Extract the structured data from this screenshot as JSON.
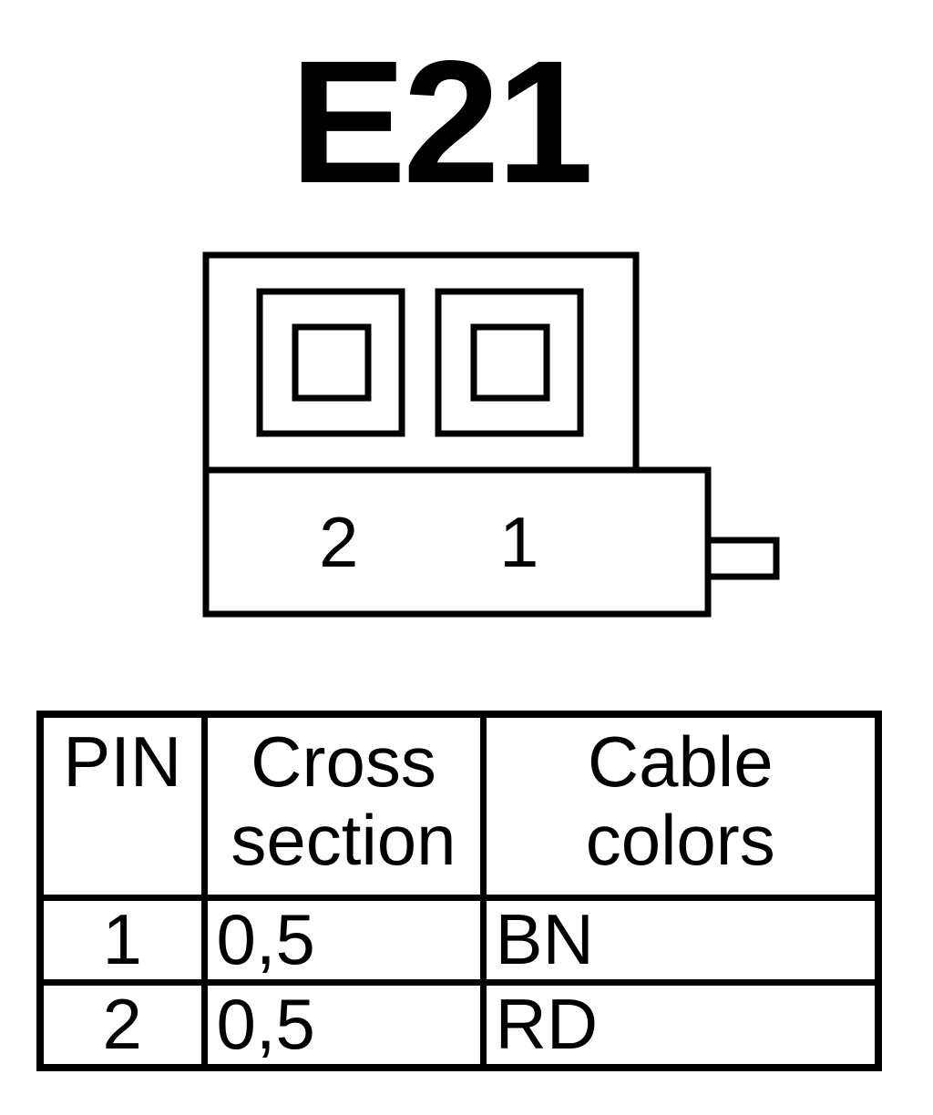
{
  "title": "E21",
  "connector": {
    "pin_labels": [
      "2",
      "1"
    ]
  },
  "table": {
    "headers": {
      "pin": "PIN",
      "cross_section_line1": "Cross",
      "cross_section_line2": "section",
      "cable_colors_line1": "Cable",
      "cable_colors_line2": "colors"
    },
    "rows": [
      {
        "pin": "1",
        "cross_section": "0,5",
        "color": "BN"
      },
      {
        "pin": "2",
        "cross_section": "0,5",
        "color": "RD"
      }
    ]
  }
}
